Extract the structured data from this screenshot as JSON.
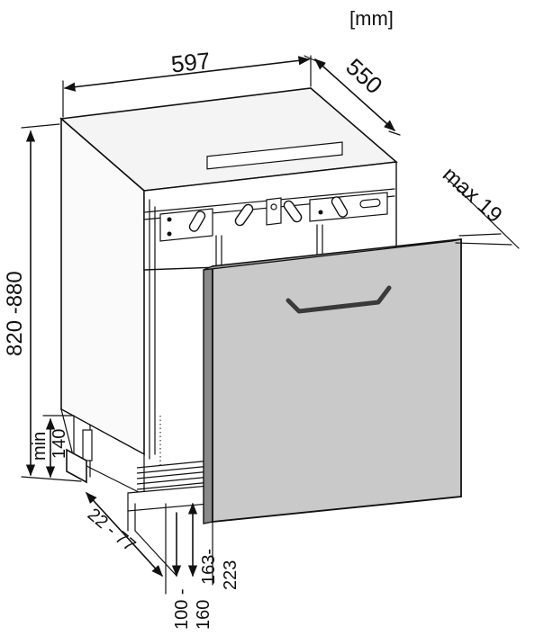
{
  "diagram": {
    "unit_label": "[mm]",
    "dimensions": {
      "width": "597",
      "depth": "550",
      "height": "820 -880",
      "door_thickness": "max 19",
      "plinth_min_label": "min",
      "plinth_min_value": "140",
      "plinth_setback": "22 - 77",
      "foot_height_a": "163-",
      "foot_height_b": "223",
      "plinth_range_a": "100 -",
      "plinth_range_b": "160"
    }
  }
}
